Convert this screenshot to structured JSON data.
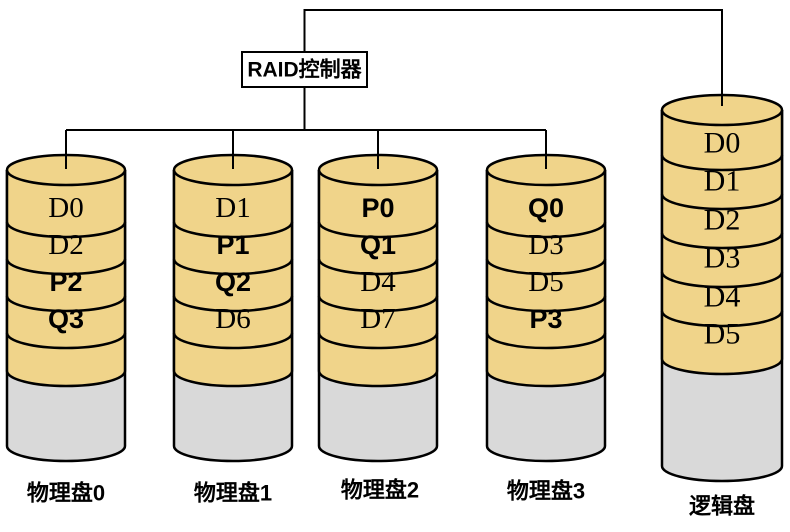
{
  "controller": {
    "label": "RAID控制器"
  },
  "physical_disks": [
    {
      "name": "物理盘0",
      "blocks": [
        {
          "label": "D0",
          "bold": false
        },
        {
          "label": "D2",
          "bold": false
        },
        {
          "label": "P2",
          "bold": true
        },
        {
          "label": "Q3",
          "bold": true
        }
      ]
    },
    {
      "name": "物理盘1",
      "blocks": [
        {
          "label": "D1",
          "bold": false
        },
        {
          "label": "P1",
          "bold": true
        },
        {
          "label": "Q2",
          "bold": true
        },
        {
          "label": "D6",
          "bold": false
        }
      ]
    },
    {
      "name": "物理盘2",
      "blocks": [
        {
          "label": "P0",
          "bold": true
        },
        {
          "label": "Q1",
          "bold": true
        },
        {
          "label": "D4",
          "bold": false
        },
        {
          "label": "D7",
          "bold": false
        }
      ]
    },
    {
      "name": "物理盘3",
      "blocks": [
        {
          "label": "Q0",
          "bold": true
        },
        {
          "label": "D3",
          "bold": false
        },
        {
          "label": "D5",
          "bold": false
        },
        {
          "label": "P3",
          "bold": true
        }
      ]
    }
  ],
  "logical_disk": {
    "name": "逻辑盘",
    "blocks": [
      {
        "label": "D0"
      },
      {
        "label": "D1"
      },
      {
        "label": "D2"
      },
      {
        "label": "D3"
      },
      {
        "label": "D4"
      },
      {
        "label": "D5"
      }
    ]
  },
  "colors": {
    "platter": "#F0D48A",
    "free_space": "#D9D9D9",
    "outline": "#000000",
    "background": "#FFFFFF"
  }
}
